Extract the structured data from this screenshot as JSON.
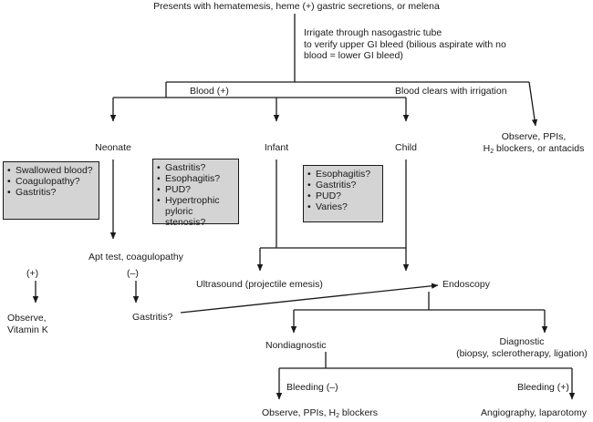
{
  "diagram": {
    "top": "Presents with hematemesis, heme (+) gastric secretions, or melena",
    "irrigate": [
      "Irrigate through nasogastric tube",
      "to verify upper GI bleed (bilious aspirate with no",
      "blood = lower GI bleed)"
    ],
    "blood_pos": "Blood (+)",
    "blood_clears": "Blood clears with irrigation",
    "observe_top": {
      "line1": "Observe, PPIs,",
      "line2_pre": "H",
      "line2_sub": "2",
      "line2_post": " blockers, or antacids"
    },
    "neonate": "Neonate",
    "infant": "Infant",
    "child": "Child",
    "neonate_box": [
      "Swallowed blood?",
      "Coagulopathy?",
      "Gastritis?"
    ],
    "infant_box": [
      "Gastritis?",
      "Esophagitis?",
      "PUD?",
      "Hypertrophic pyloric stenosis?"
    ],
    "child_box": [
      "Esophagitis?",
      "Gastritis?",
      "PUD?",
      "Varies?"
    ],
    "apt_test": "Apt test, coagulopathy",
    "plus": "(+)",
    "minus": "(–)",
    "observe_vitk": [
      "Observe,",
      "Vitamin K"
    ],
    "gastritis_q": "Gastritis?",
    "ultrasound": "Ultrasound (projectile emesis)",
    "endoscopy": "Endoscopy",
    "nondiagnostic": "Nondiagnostic",
    "diagnostic": "Diagnostic",
    "diagnostic_detail": "(biopsy, sclerotherapy, ligation)",
    "bleeding_neg": "Bleeding (–)",
    "bleeding_pos": "Bleeding (+)",
    "observe_bottom": {
      "pre": "Observe, PPIs, H",
      "sub": "2",
      "post": " blockers"
    },
    "angiography": "Angiography, laparotomy"
  }
}
